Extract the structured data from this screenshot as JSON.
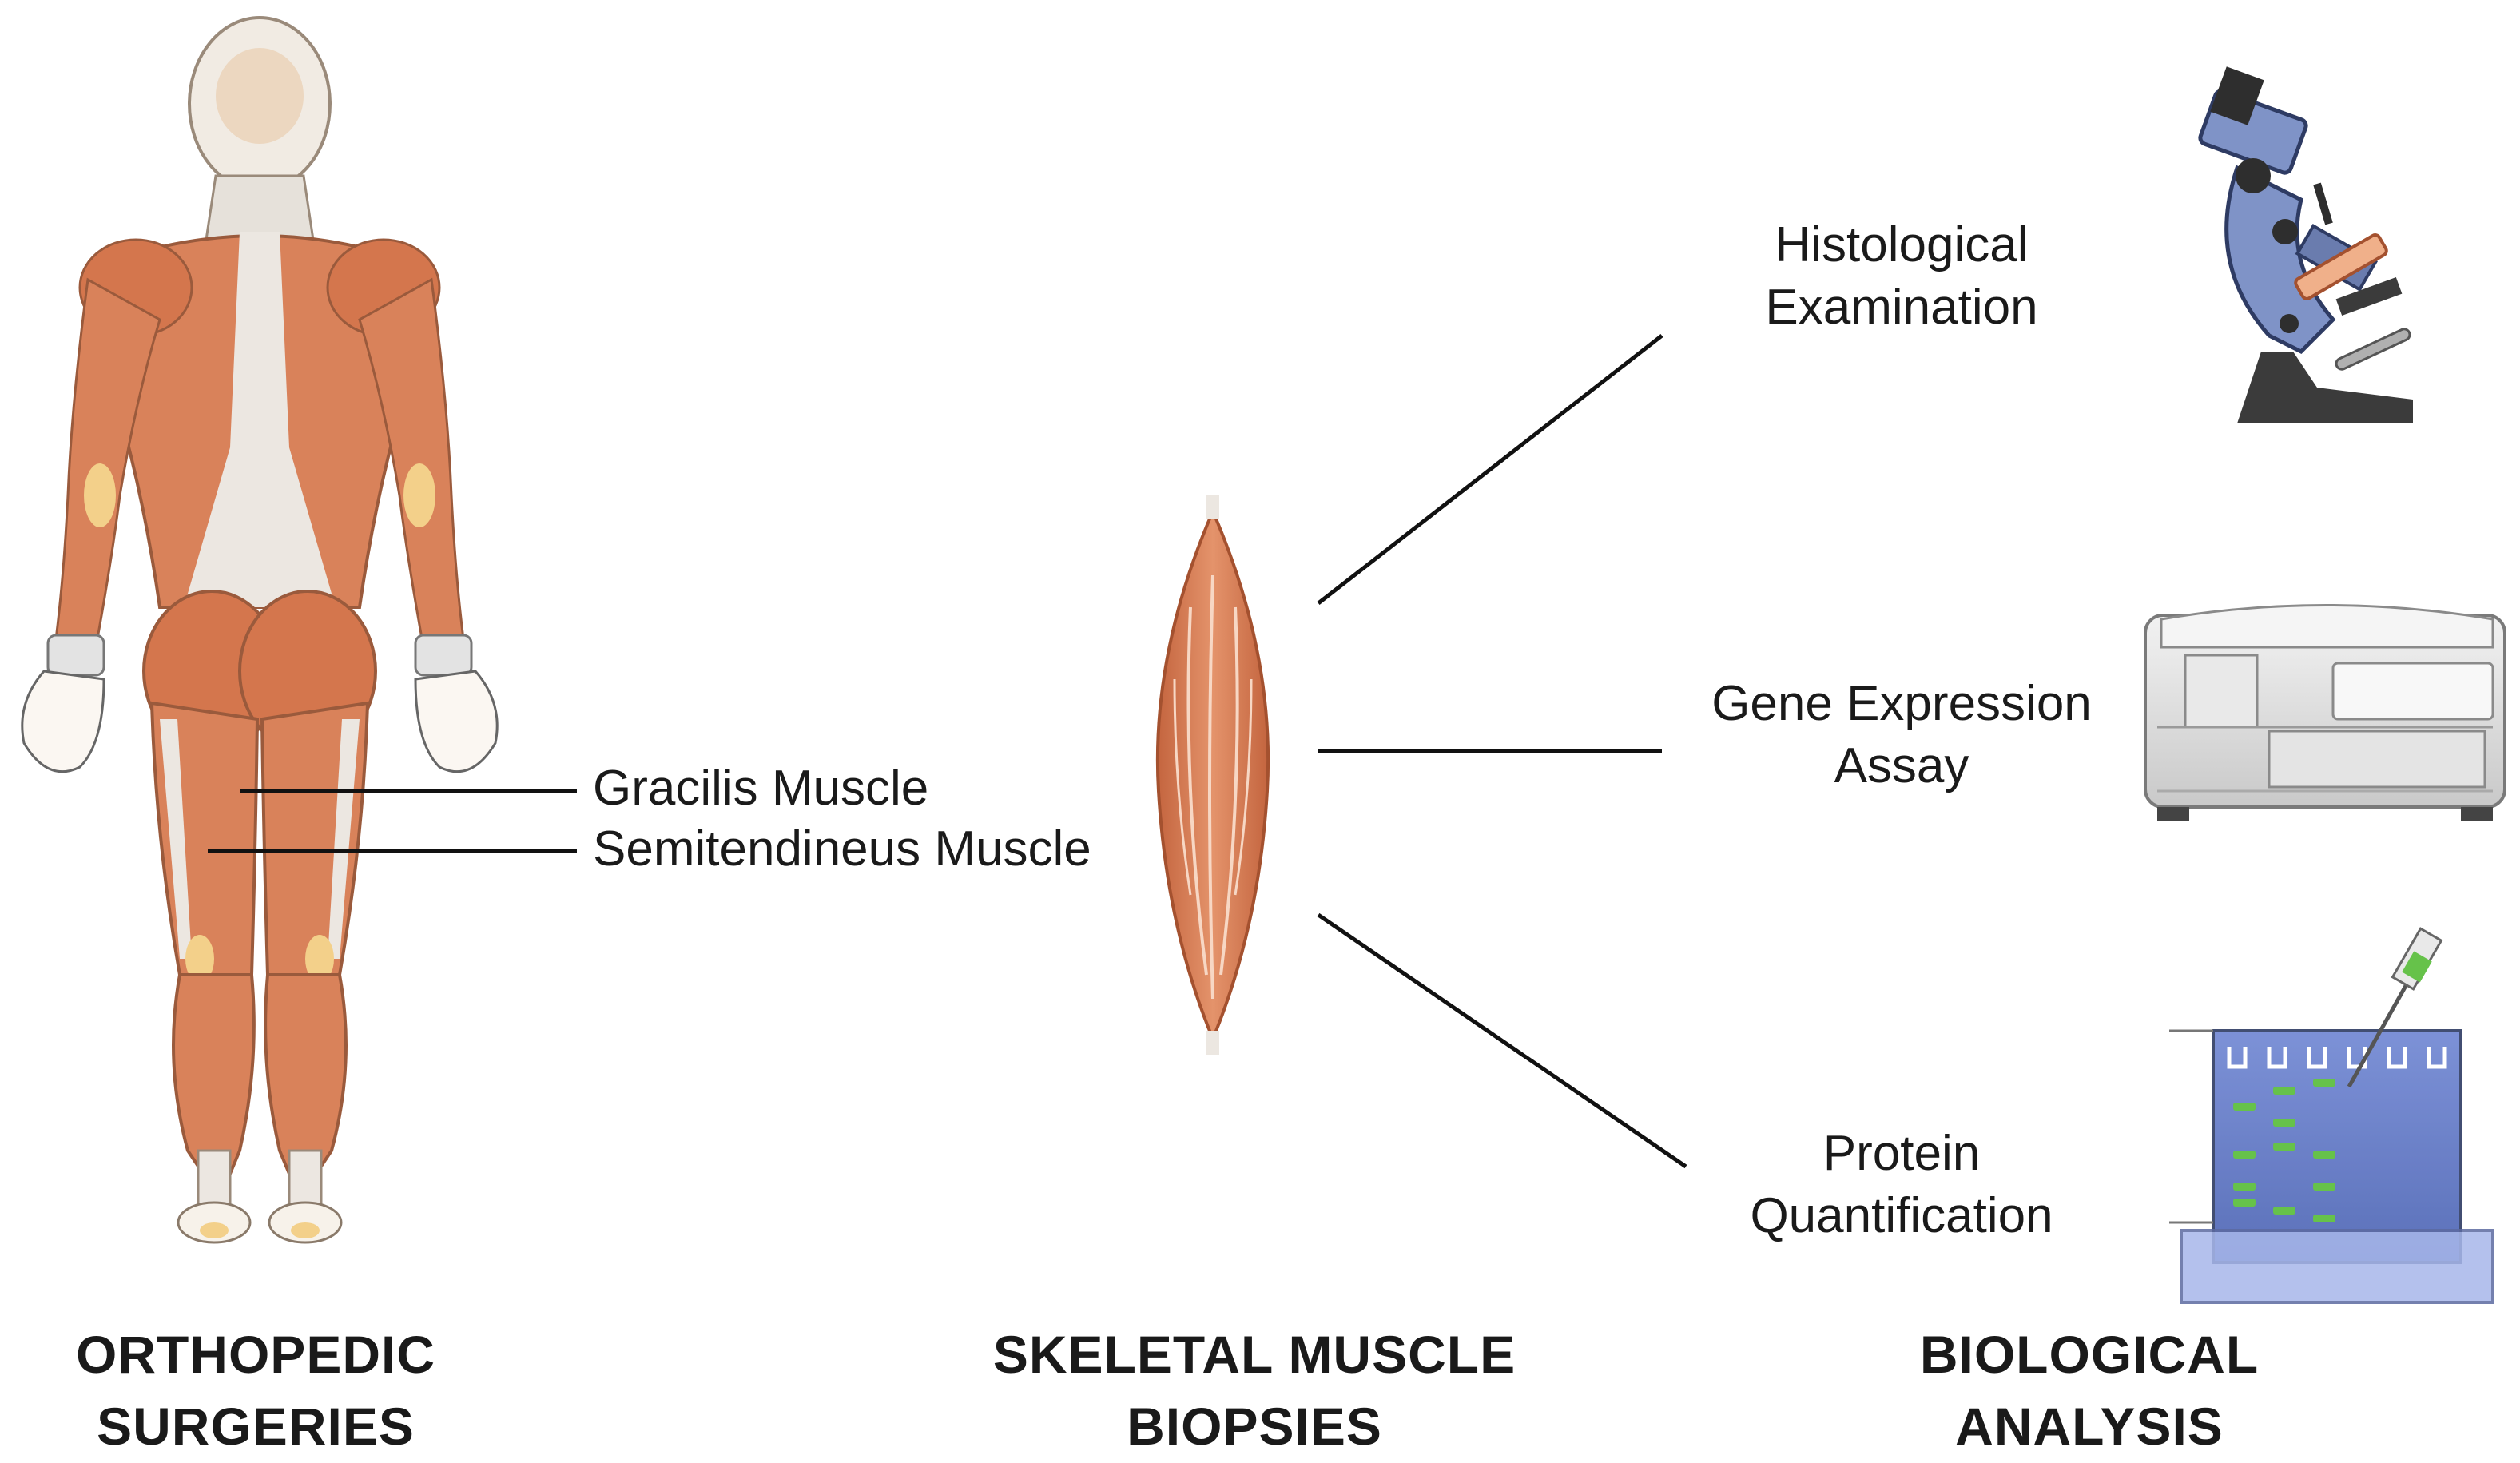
{
  "labels": {
    "gracilis": "Gracilis Muscle",
    "semitendineus": "Semitendineus Muscle",
    "histological": [
      "Histological",
      "Examination"
    ],
    "gene": [
      "Gene Expression",
      "Assay"
    ],
    "protein": [
      "Protein",
      "Quantification"
    ]
  },
  "headers": {
    "ortho": [
      "ORTHOPEDIC",
      "SURGERIES"
    ],
    "skeletal": [
      "SKELETAL MUSCLE",
      "BIOPSIES"
    ],
    "bio": [
      "BIOLOGICAL",
      "ANALYSIS"
    ]
  },
  "colors": {
    "muscle": "#d9825a",
    "muscle_dark": "#b85d3a",
    "tendon": "#e9e6e2",
    "skin_line": "#9a6a55",
    "microscope_blue": "#7f93c7",
    "microscope_dark": "#3b3b3b",
    "gel_blue": "#5c76c9",
    "gel_band": "#66c24a",
    "machine_grey": "#d8d8d8",
    "line": "#111111"
  },
  "icons": [
    "human-back-muscles-icon",
    "skeletal-muscle-icon",
    "microscope-icon",
    "thermal-cycler-icon",
    "gel-electrophoresis-icon"
  ]
}
